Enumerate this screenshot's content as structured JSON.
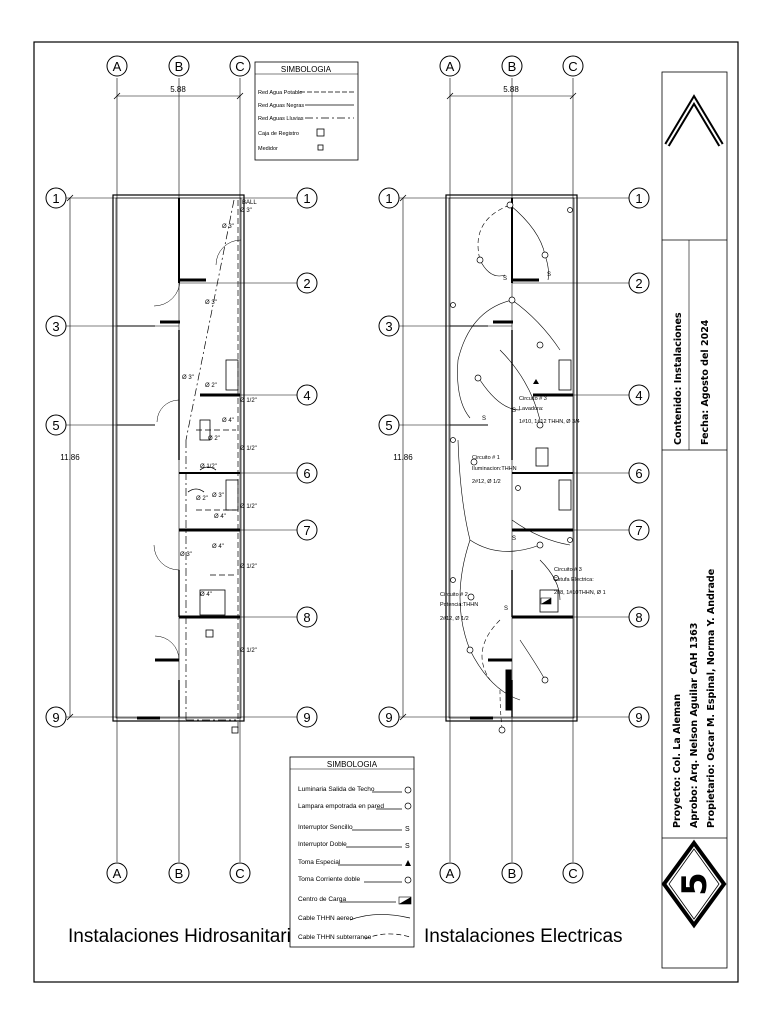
{
  "grid_labels": {
    "columns": [
      "A",
      "B",
      "C"
    ],
    "rows": [
      "1",
      "2",
      "3",
      "4",
      "5",
      "6",
      "7",
      "8",
      "9"
    ]
  },
  "dims": {
    "width": "5.88",
    "height": "11.86"
  },
  "hydro": {
    "title": "Instalaciones Hidrosanitarias",
    "legend": {
      "title": "SIMBOLOGIA",
      "items": [
        "Red Agua Potable",
        "Red Aguas Negras",
        "Red Aguas Lluvias",
        "Caja de Registro",
        "Medidor"
      ]
    },
    "pipe_labels": [
      "BALL",
      "Ø 3\"",
      "Ø 3\"",
      "Ø 3\"",
      "Ø 3\"",
      "Ø 2\"",
      "Ø 1/2\"",
      "Ø 4\"",
      "Ø 1/2\"",
      "Ø 2\"",
      "Ø 1/2\"",
      "Ø 2\"",
      "Ø 3\"",
      "Ø 4\"",
      "Ø 1/2\"",
      "Ø 4\"",
      "Ø 1/2\"",
      "Ø 3\"",
      "Ø 1/2\"",
      "Ø 4\""
    ]
  },
  "elec": {
    "title": "Instalaciones Electricas",
    "legend": {
      "title": "SIMBOLOGIA",
      "items": [
        "Luminaria Salida de Techo",
        "Lampara empotrada en pared",
        "Interruptor Sencillo",
        "Interruptor Doble",
        "Toma Especial",
        "Toma Corriente doble",
        "Centro de Carga",
        "Cable THHN aereo",
        "Cable THHN subterraneo"
      ]
    },
    "circuits": [
      {
        "title": "Circuito # 3",
        "sub": "Lavadora:",
        "spec": "1#10, 1#12 THHN, Ø 3/4"
      },
      {
        "title": "Circuito # 1",
        "sub": "Iluminacion:THHN",
        "spec": "2#12, Ø 1/2"
      },
      {
        "title": "Circuito # 2",
        "sub": "Potencia:THHN",
        "spec": "2#12, Ø 1/2"
      },
      {
        "title": "Circuito # 3",
        "sub": "Estufa Electrica:",
        "spec": "2#8, 1#10THHN, Ø 1"
      }
    ]
  },
  "title_block": {
    "contenido": "Contenido: Instalaciones",
    "fecha": "Fecha: Agosto del 2024",
    "proyecto": "Proyecto: Col. La Aleman",
    "aprobo": "Aprobo: Arq. Nelson Aguilar CAH 1363",
    "propietario": "Propietario: Oscar M. Espinal, Norma Y. Andrade",
    "sheet_number": "5"
  }
}
